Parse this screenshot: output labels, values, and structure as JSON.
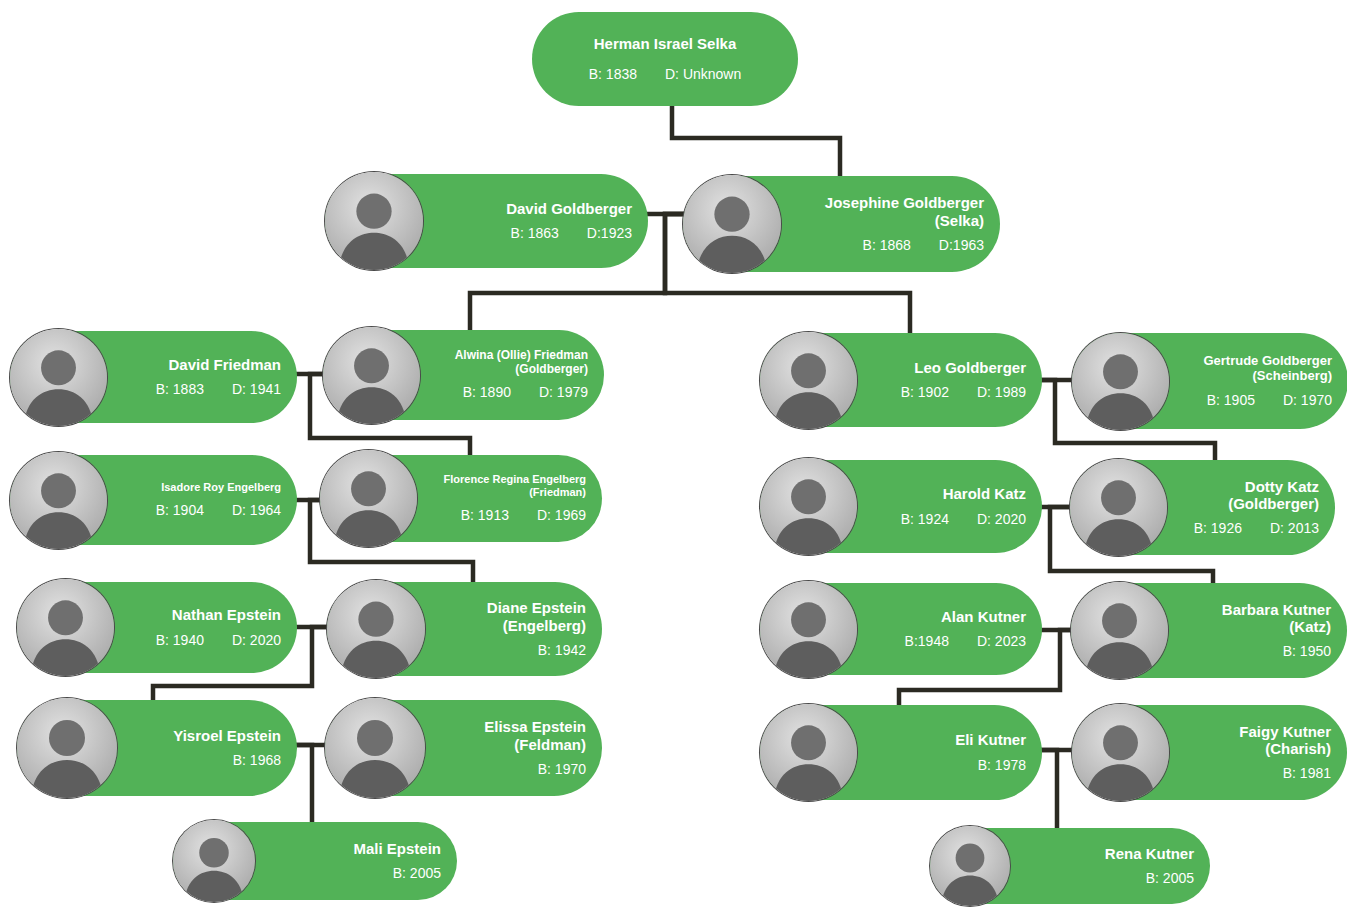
{
  "diagram": {
    "nodes": [
      {
        "text": [
          "Herman Israel Selka",
          "B: 1838",
          "D: Unknown"
        ]
      },
      {
        "text": [
          "David Goldberger",
          "B: 1863",
          "D:1923"
        ]
      },
      {
        "text": [
          "Josephine Goldberger (Selka)",
          "B: 1868",
          "D:1963"
        ]
      },
      {
        "text": [
          "David Friedman",
          "B: 1883",
          "D: 1941"
        ]
      },
      {
        "text": [
          "Alwina (Ollie) Friedman (Goldberger)",
          "B: 1890",
          "D: 1979"
        ]
      },
      {
        "text": [
          "Leo Goldberger",
          "B: 1902",
          "D: 1989"
        ]
      },
      {
        "text": [
          "Gertrude Goldberger (Scheinberg)",
          "B: 1905",
          "D: 1970"
        ]
      },
      {
        "text": [
          "Isadore Roy Engelberg",
          "B: 1904",
          "D: 1964"
        ]
      },
      {
        "text": [
          "Florence Regina Engelberg (Friedman)",
          "B: 1913",
          "D: 1969"
        ]
      },
      {
        "text": [
          "Harold Katz",
          "B: 1924",
          "D: 2020"
        ]
      },
      {
        "text": [
          "Dotty Katz (Goldberger)",
          "B: 1926",
          "D: 2013"
        ]
      },
      {
        "text": [
          "Nathan Epstein",
          "B: 1940",
          "D: 2020"
        ]
      },
      {
        "text": [
          "Diane Epstein (Engelberg)",
          "B: 1942"
        ]
      },
      {
        "text": [
          "Alan Kutner",
          "B:1948",
          "D: 2023"
        ]
      },
      {
        "text": [
          "Barbara Kutner (Katz)",
          "B: 1950"
        ]
      },
      {
        "text": [
          "Yisroel Epstein",
          "B: 1968"
        ]
      },
      {
        "text": [
          "Elissa Epstein (Feldman)",
          "B: 1970"
        ]
      },
      {
        "text": [
          "Eli Kutner",
          "B: 1978"
        ]
      },
      {
        "text": [
          "Faigy Kutner (Charish)",
          "B: 1981"
        ]
      },
      {
        "text": [
          "Mali Epstein",
          "B: 2005"
        ]
      },
      {
        "text": [
          "Rena Kutner",
          "B: 2005"
        ]
      }
    ],
    "edges": [
      {
        "from": 0,
        "to": 2,
        "arrow": "none"
      },
      {
        "from": 1,
        "to": 2,
        "arrow": "none"
      },
      {
        "from": 2,
        "to": 4,
        "arrow": "none"
      },
      {
        "from": 2,
        "to": 5,
        "arrow": "none"
      },
      {
        "from": 3,
        "to": 4,
        "arrow": "none"
      },
      {
        "from": 5,
        "to": 6,
        "arrow": "none"
      },
      {
        "from": 4,
        "to": 8,
        "arrow": "none"
      },
      {
        "from": 5,
        "to": 10,
        "arrow": "none"
      },
      {
        "from": 7,
        "to": 8,
        "arrow": "none"
      },
      {
        "from": 9,
        "to": 10,
        "arrow": "none"
      },
      {
        "from": 8,
        "to": 12,
        "arrow": "none"
      },
      {
        "from": 10,
        "to": 14,
        "arrow": "none"
      },
      {
        "from": 11,
        "to": 12,
        "arrow": "none"
      },
      {
        "from": 13,
        "to": 14,
        "arrow": "none"
      },
      {
        "from": 12,
        "to": 15,
        "arrow": "none"
      },
      {
        "from": 14,
        "to": 17,
        "arrow": "none"
      },
      {
        "from": 15,
        "to": 16,
        "arrow": "none"
      },
      {
        "from": 17,
        "to": 18,
        "arrow": "none"
      },
      {
        "from": 15,
        "to": 19,
        "arrow": "none"
      },
      {
        "from": 17,
        "to": 20,
        "arrow": "none"
      }
    ]
  }
}
